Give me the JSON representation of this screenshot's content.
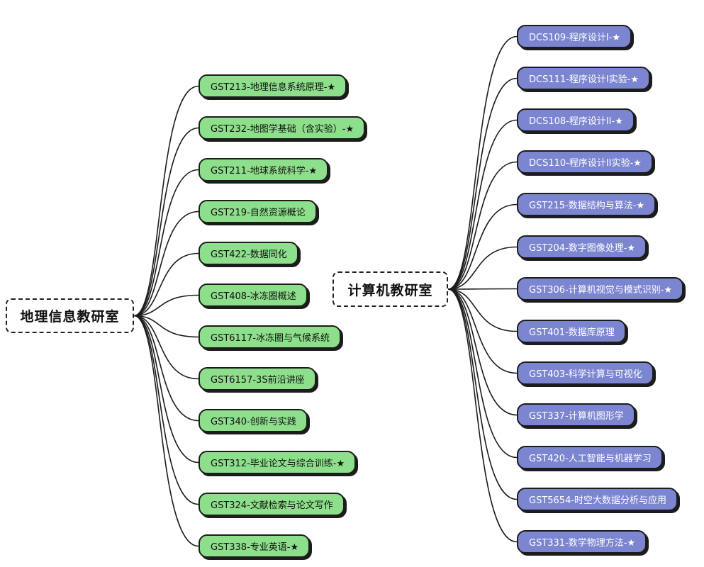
{
  "left_root": {
    "label": "地理信息教研室"
  },
  "right_root": {
    "label": "计算机教研室"
  },
  "left_nodes": [
    "GST213-地理信息系统原理-★",
    "GST232-地图学基础（含实验）-★",
    "GST211-地球系统科学-★",
    "GST219-自然资源概论",
    "GST422-数据同化",
    "GST408-冰冻圈概述",
    "GST6117-冰冻圈与气候系统",
    "GST6157-3S前沿讲座",
    "GST340-创新与实践",
    "GST312-毕业论文与综合训练-★",
    "GST324-文献检索与论文写作",
    "GST338-专业英语-★"
  ],
  "right_nodes": [
    "DCS109-程序设计I-★",
    "DCS111-程序设计I实验-★",
    "DCS108-程序设计II-★",
    "DCS110-程序设计II实验-★",
    "GST215-数据结构与算法-★",
    "GST204-数字图像处理-★",
    "GST306-计算机视觉与模式识别-★",
    "GST401-数据库原理",
    "GST403-科学计算与可视化",
    "GST337-计算机图形学",
    "GST420-人工智能与机器学习",
    "GST5654-时空大数据分析与应用",
    "GST331-数学物理方法-★"
  ],
  "colors": {
    "left_fill": "#8ddf8b",
    "right_fill": "#7b85d0",
    "stroke": "#1c1c1c"
  }
}
